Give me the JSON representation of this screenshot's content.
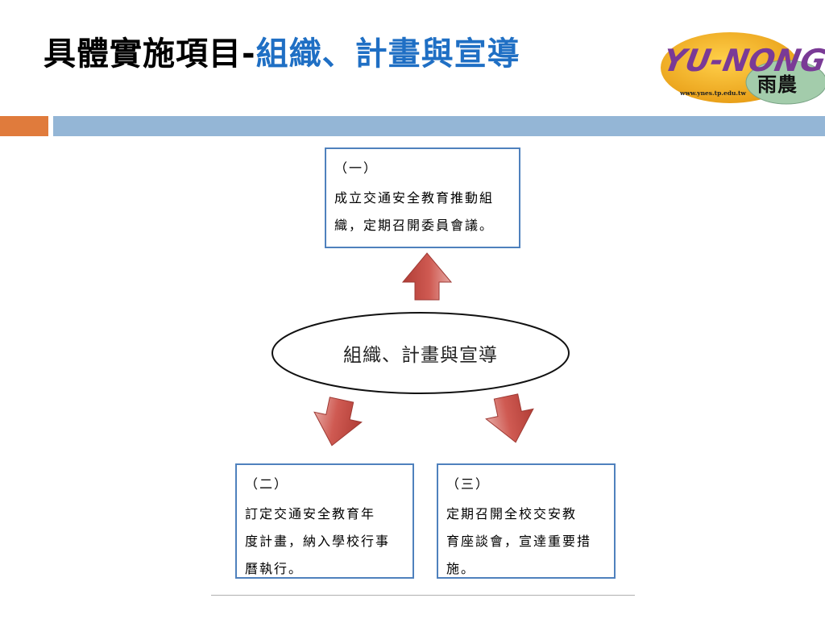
{
  "header": {
    "title_black": "具體實施項目-",
    "title_blue": "組織、計畫與宣導"
  },
  "logo": {
    "wordmark": "YU-NONG",
    "chinese": "雨農",
    "url": "www.ynes.tp.edu.tw"
  },
  "diagram": {
    "center": "組織、計畫與宣導",
    "boxes": [
      {
        "num": "（一）",
        "lines": [
          "成立交通安全教育推動組",
          "織，定期召開委員會議。"
        ]
      },
      {
        "num": "（二）",
        "lines": [
          "訂定交通安全教育年",
          "度計畫，納入學校行事",
          "曆執行。"
        ]
      },
      {
        "num": "（三）",
        "lines": [
          "定期召開全校交安教",
          "育座談會，宣達重要措",
          "施。"
        ]
      }
    ]
  },
  "colors": {
    "title_accent": "#1f6fc4",
    "box_border": "#4f81bd",
    "arrow": "#c0504d",
    "header_bar_orange": "#e07b3c",
    "header_bar_blue": "#94b6d6",
    "logo_purple": "#7a3a96",
    "logo_gold": "#f2b02c",
    "logo_green": "#a3ccab"
  }
}
